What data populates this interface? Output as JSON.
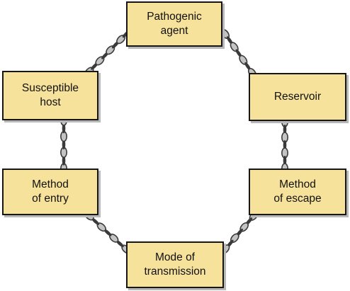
{
  "diagram": {
    "nodes": {
      "pathogenic_agent": "Pathogenic\nagent",
      "reservoir": "Reservoir",
      "method_of_escape": "Method\nof escape",
      "mode_of_transmission": "Mode of\ntransmission",
      "method_of_entry": "Method\nof entry",
      "susceptible_host": "Susceptible\nhost"
    },
    "links": [
      [
        "pathogenic_agent",
        "reservoir"
      ],
      [
        "reservoir",
        "method_of_escape"
      ],
      [
        "method_of_escape",
        "mode_of_transmission"
      ],
      [
        "mode_of_transmission",
        "method_of_entry"
      ],
      [
        "method_of_entry",
        "susceptible_host"
      ],
      [
        "susceptible_host",
        "pathogenic_agent"
      ]
    ],
    "colors": {
      "box_fill": "#f6e29a",
      "box_border": "#161616",
      "chain_fill": "#c4c4c4",
      "chain_stroke": "#3a3a3a"
    }
  }
}
